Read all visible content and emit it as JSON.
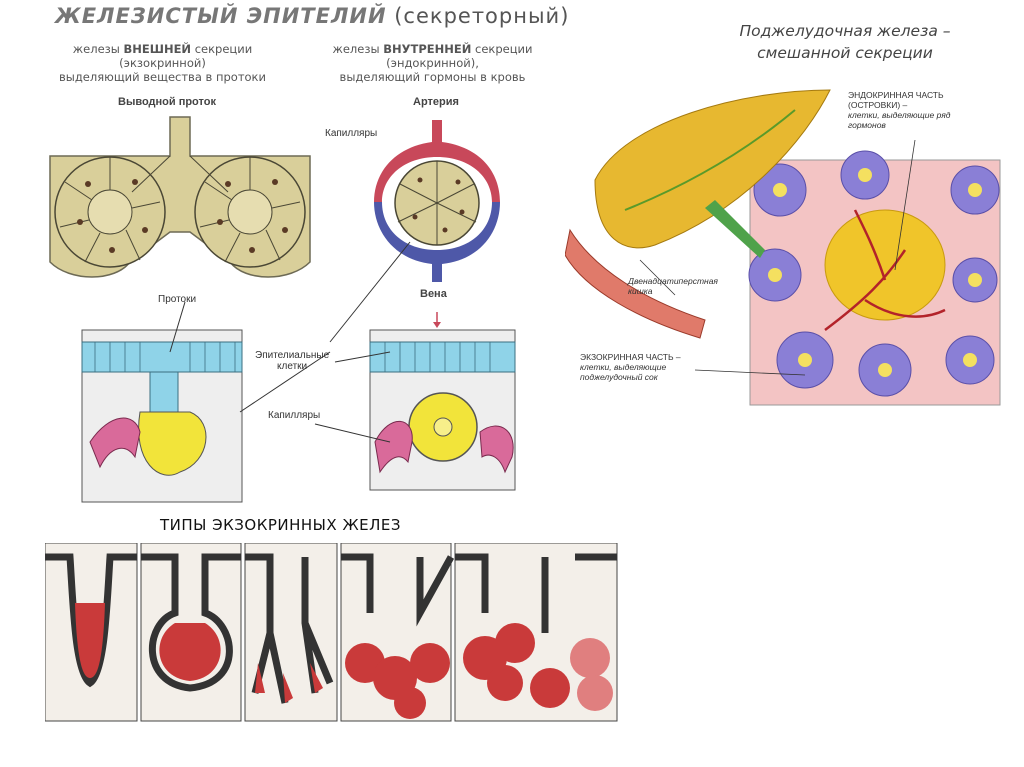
{
  "title": {
    "main": "ЖЕЛЕЗИСТЫЙ ЭПИТЕЛИЙ",
    "sub": "(секреторный)"
  },
  "exocrine_header": {
    "line1_prefix": "железы ",
    "line1_em": "ВНЕШНЕЙ",
    "line1_suffix": " секреции",
    "line2": "(экзокринной)",
    "line3": "выделяющий вещества в протоки"
  },
  "endocrine_header": {
    "line1_prefix": "железы ",
    "line1_em": "ВНУТРЕННЕЙ",
    "line1_suffix": " секреции",
    "line2": "(эндокринной),",
    "line3": "выделяющий гормоны в кровь"
  },
  "labels": {
    "duct": "Выводной проток",
    "artery": "Артерия",
    "capillaries_top": "Капилляры",
    "vein": "Вена",
    "ducts": "Протоки",
    "epithelial_1": "Эпителиальные",
    "epithelial_2": "клетки",
    "capillaries_bottom": "Капилляры"
  },
  "pancreas": {
    "title_1": "Поджелудочная железа –",
    "title_2": "смешанной секреции",
    "endocrine_1": "ЭНДОКРИННАЯ ЧАСТЬ",
    "endocrine_2": "(ОСТРОВКИ) –",
    "endocrine_3": "клетки, выделяющие ряд",
    "endocrine_4": "гормонов",
    "duodenum_1": "Двенадцатиперстная",
    "duodenum_2": "кишка",
    "exocrine_1": "ЭКЗОКРИННАЯ ЧАСТЬ –",
    "exocrine_2": "клетки, выделяющие",
    "exocrine_3": "поджелудочный сок"
  },
  "types_title": "ТИПЫ ЭКЗОКРИННЫХ ЖЕЛЕЗ",
  "colors": {
    "gland_fill": "#d9cf9a",
    "artery": "#c8485a",
    "vein": "#4e58a8",
    "epithelium_blue": "#8fd3e8",
    "secretory_yellow": "#f2e43a",
    "tissue_red": "#c93a3a",
    "islet_yellow": "#f0c52a",
    "acinus_purple": "#8a7fd6"
  }
}
